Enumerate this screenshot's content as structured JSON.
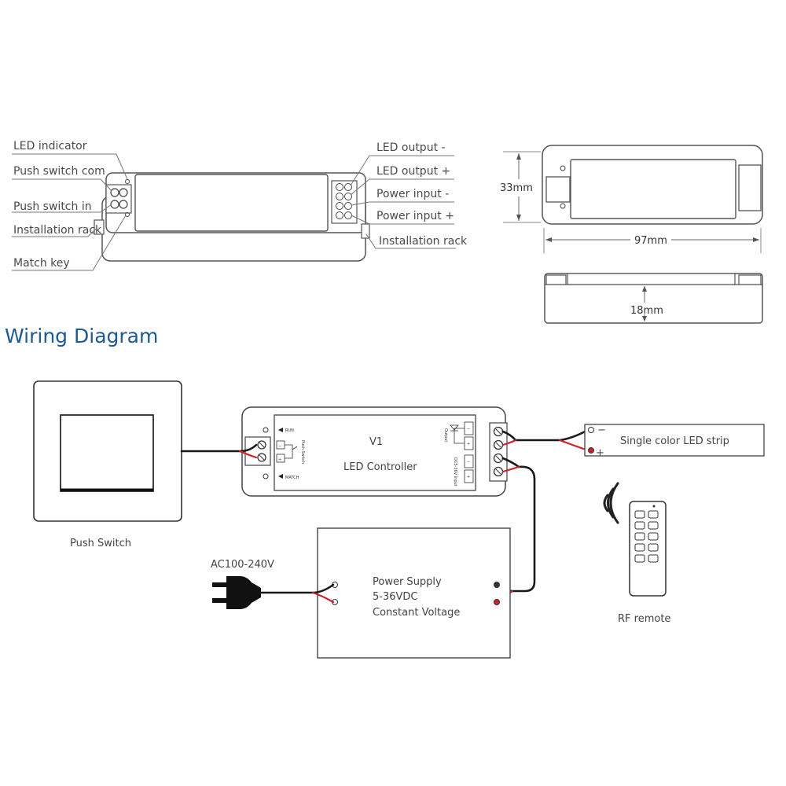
{
  "callouts_left": [
    "LED indicator",
    "Push switch com",
    "Push switch in",
    "Installation rack",
    "Match key"
  ],
  "callouts_right": [
    "LED output -",
    "LED output +",
    "Power input -",
    "Power input +",
    "Installation rack"
  ],
  "dimensions": {
    "width": "97mm",
    "height": "33mm",
    "depth": "18mm"
  },
  "section_title": "Wiring Diagram",
  "controller": {
    "model": "V1",
    "name": "LED Controller",
    "run": "RUN",
    "match": "MATCH",
    "switch_label": "Push Switch",
    "output_label": "Output",
    "input_label": "DC5-36V Input"
  },
  "push_switch_label": "Push Switch",
  "led_strip": {
    "label": "Single color LED strip",
    "minus": "−",
    "plus": "+"
  },
  "ac_label": "AC100-240V",
  "power_supply": {
    "line1": "Power Supply",
    "line2": "5-36VDC",
    "line3": "Constant Voltage"
  },
  "remote_label": "RF remote",
  "colors": {
    "wire_black": "#1a1a1a",
    "wire_red": "#d0202a",
    "title_blue": "#1e5a92",
    "outline": "#555555"
  }
}
